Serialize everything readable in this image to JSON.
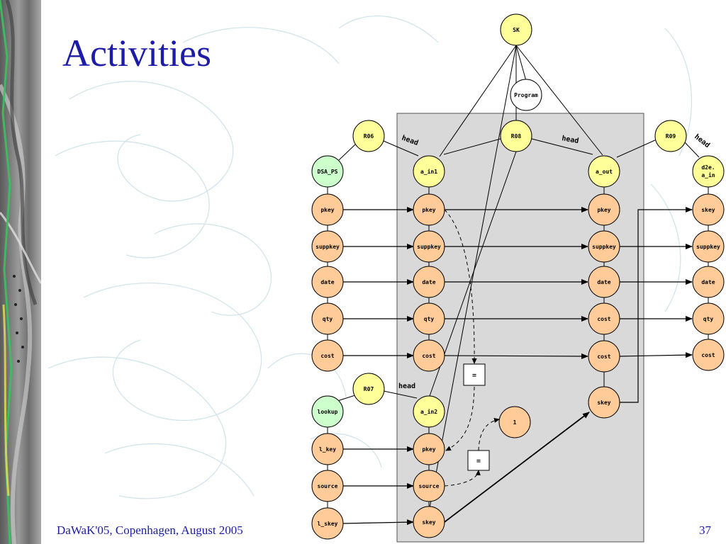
{
  "slide": {
    "title": "Activities",
    "footer_left": "DaWaK'05, Copenhagen, August 2005",
    "page_number": "37"
  },
  "colors": {
    "title": "#1c1ca8",
    "attribute_node": "#ffcc99",
    "recordset_node": "#ccffcc",
    "function_node": "#ffff99",
    "activity_box": "#d9d9d9"
  },
  "diagram": {
    "nodes": {
      "sk": "SK",
      "program": "Program",
      "r06": "R06",
      "r07": "R07",
      "r08": "R08",
      "r09": "R09",
      "dsa_ps": "DSA_PS",
      "lookup": "lookup",
      "a_in1": "a_in1",
      "a_in2": "a_in2",
      "a_out": "a_out",
      "d2e_line1": "d2e.",
      "d2e_line2": "a_in",
      "const_one": "1",
      "eq1": "=",
      "eq2": "="
    },
    "dsa_ps_attributes": [
      "pkey",
      "suppkey",
      "date",
      "qty",
      "cost"
    ],
    "a_in1_attributes": [
      "pkey",
      "suppkey",
      "date",
      "qty",
      "cost"
    ],
    "a_out_attributes": [
      "pkey",
      "suppkey",
      "date",
      "cost",
      "cost",
      "skey"
    ],
    "d2e_attributes": [
      "skey",
      "suppkey",
      "date",
      "qty",
      "cost"
    ],
    "lookup_attributes": [
      "l_key",
      "source",
      "l_skey"
    ],
    "a_in2_attributes": [
      "pkey",
      "source",
      "skey"
    ],
    "head_labels": [
      "head",
      "head",
      "head",
      "head"
    ]
  }
}
